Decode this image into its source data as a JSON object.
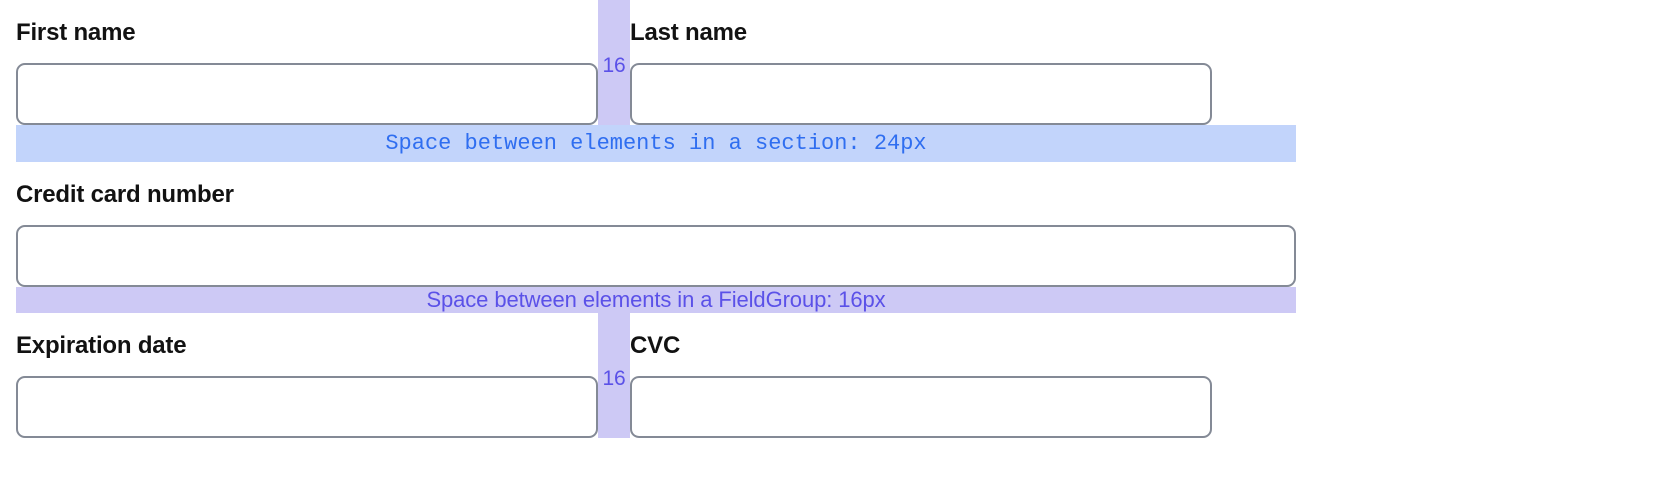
{
  "fields": {
    "first_name": {
      "label": "First name",
      "value": "",
      "placeholder": ""
    },
    "last_name": {
      "label": "Last name",
      "value": "",
      "placeholder": ""
    },
    "credit_card_number": {
      "label": "Credit card number",
      "value": "",
      "placeholder": ""
    },
    "expiration_date": {
      "label": "Expiration date",
      "value": "",
      "placeholder": ""
    },
    "cvc": {
      "label": "CVC",
      "value": "",
      "placeholder": ""
    }
  },
  "gaps": {
    "name_row_gap_label": "16",
    "card_row_gap_label": "16"
  },
  "annotations": {
    "section_spacing": "Space between elements in a section: 24px",
    "fieldgroup_spacing": "Space between elements in a FieldGroup: 16px"
  },
  "colors": {
    "section_band_bg": "#c2d4fb",
    "section_band_text": "#2f6ef0",
    "fieldgroup_band_bg": "#cdc9f5",
    "fieldgroup_band_text": "#5b51e8",
    "gap_strip_bg": "#cdc9f5",
    "input_border": "#848a96",
    "label_text": "#121212",
    "page_bg": "#ffffff"
  }
}
